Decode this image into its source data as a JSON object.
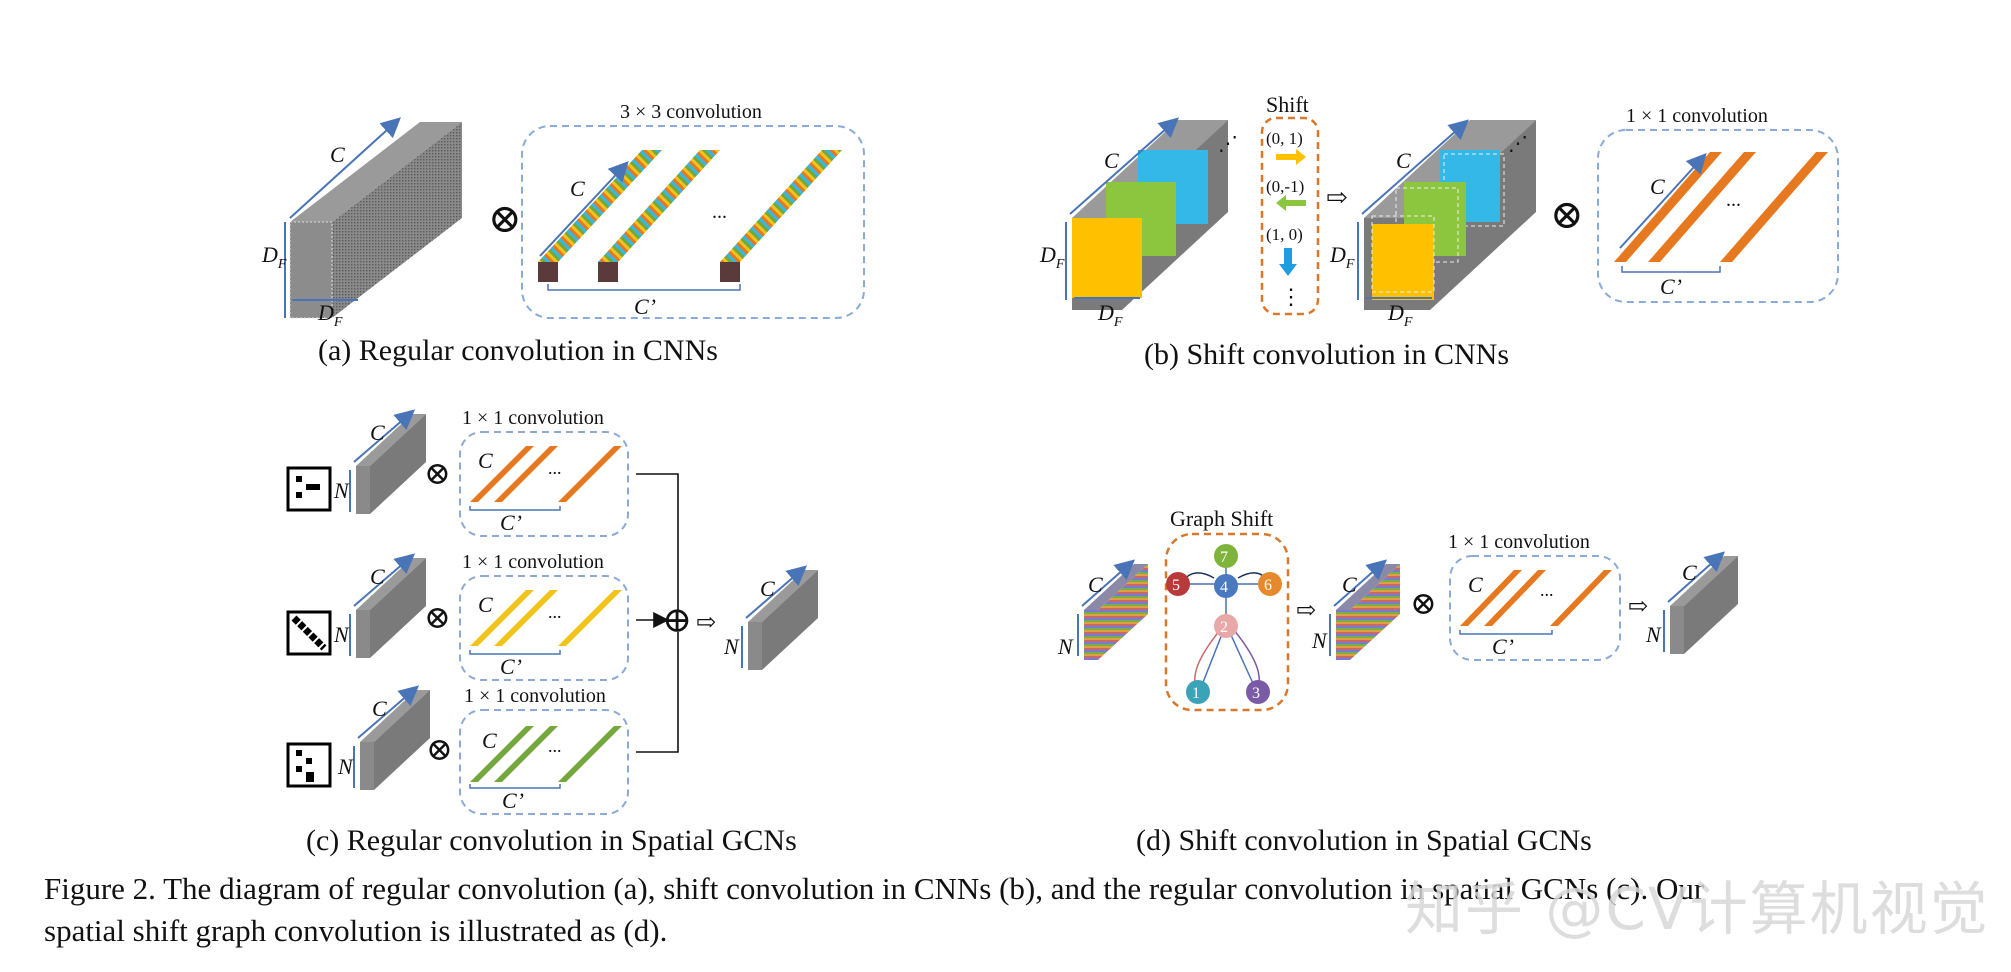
{
  "panels": {
    "a": {
      "caption": "(a) Regular convolution in CNNs",
      "box_title": "3 × 3 convolution",
      "c": "C",
      "df": "D",
      "df_sub": "F",
      "cprime": "C’",
      "dots": "..."
    },
    "b": {
      "caption": "(b) Shift convolution in CNNs",
      "shift_title": "Shift",
      "shifts": [
        "(0, 1)",
        "(0,-1)",
        "(1, 0)"
      ],
      "vdots": "⋮",
      "box_title": "1 × 1 convolution",
      "c": "C",
      "df": "D",
      "df_sub": "F",
      "cprime": "C’",
      "dots": "..."
    },
    "c": {
      "caption": "(c) Regular convolution in Spatial GCNs",
      "box_title": "1 × 1 convolution",
      "c": "C",
      "n": "N",
      "cprime": "C’",
      "dots": "..."
    },
    "d": {
      "caption": "(d) Shift convolution in Spatial GCNs",
      "graph_title": "Graph Shift",
      "nodes": [
        "1",
        "2",
        "3",
        "4",
        "5",
        "6",
        "7"
      ],
      "box_title": "1 × 1 convolution",
      "c": "C",
      "n": "N",
      "cprime": "C’",
      "dots": "..."
    }
  },
  "figure_caption": {
    "line1": "Figure 2. The diagram of regular convolution (a), shift convolution in CNNs (b), and the regular convolution in spatial GCNs (c). Our",
    "line2": "spatial shift graph convolution is illustrated as (d)."
  },
  "watermark": "知乎 @CV计算机视觉",
  "colors": {
    "dash_blue": "#8aaad8",
    "dash_orange": "#d9782a",
    "arrow_blue": "#4a74b8",
    "gray_block": "#7a7a7a",
    "orange": "#e6791f",
    "yellow": "#f2c31b",
    "green": "#74a83c",
    "cyan": "#33b8e8",
    "light_green": "#8cc63f",
    "amber": "#ffc000"
  },
  "node_colors": {
    "1": "#3aa3b8",
    "2": "#e8a8a8",
    "3": "#7b5aa6",
    "4": "#4a79c0",
    "5": "#b83a3a",
    "6": "#e6892c",
    "7": "#7fb43c"
  }
}
